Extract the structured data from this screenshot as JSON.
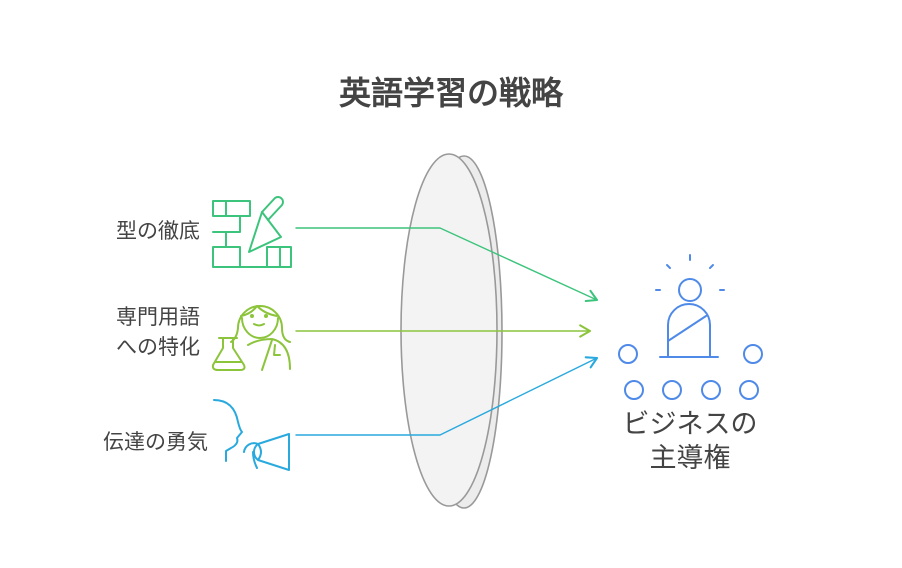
{
  "title": "英語学習の戦略",
  "inputs": [
    {
      "label": "型の徹底",
      "color": "#3cc47c",
      "icon": "brick-wall-trowel-icon"
    },
    {
      "label_lines": [
        "専門用語",
        "への特化"
      ],
      "color": "#8cc43c",
      "icon": "scientist-flask-icon"
    },
    {
      "label": "伝達の勇気",
      "color": "#29a9de",
      "icon": "speaker-megaphone-icon"
    }
  ],
  "lens": {
    "icon": "lens-icon",
    "stroke": "#999999",
    "fill": "#f2f2f2"
  },
  "output": {
    "label_lines": [
      "ビジネスの",
      "主導権"
    ],
    "color": "#4f8ae8",
    "icon": "leader-audience-icon"
  }
}
